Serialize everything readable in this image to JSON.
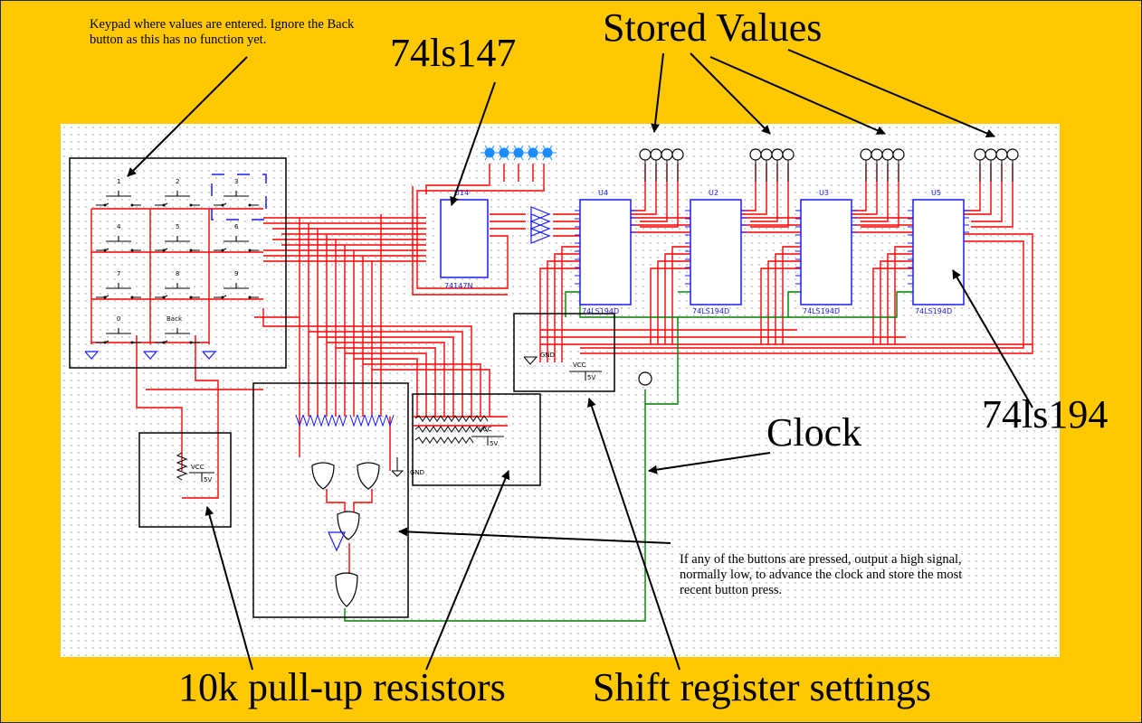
{
  "labels": {
    "stored_values": "Stored Values",
    "chip_147": "74ls147",
    "chip_194": "74ls194",
    "clock": "Clock",
    "pullup": "10k pull-up resistors",
    "shift_settings": "Shift register settings",
    "keypad_note": "Keypad where values are entered. Ignore the Back button as this has no function yet.",
    "or_note": "If any of the buttons are pressed, output a high signal, normally low, to advance the clock and store the most recent button press."
  },
  "schematic": {
    "keys": [
      "1",
      "2",
      "3",
      "4",
      "5",
      "6",
      "7",
      "8",
      "9",
      "0",
      "Back"
    ],
    "u14_ref": "U14",
    "u14_part": "74147N",
    "registers": [
      {
        "ref": "U4",
        "part": "74LS194D"
      },
      {
        "ref": "U2",
        "part": "74LS194D"
      },
      {
        "ref": "U3",
        "part": "74LS194D"
      },
      {
        "ref": "U5",
        "part": "74LS194D"
      }
    ],
    "vcc": "VCC",
    "five_v": "5V",
    "gnd": "GND"
  },
  "colors": {
    "background": "#FFC800",
    "wire_red": "#ff0000",
    "wire_green": "#008000",
    "chip_blue": "#1a1aff"
  }
}
